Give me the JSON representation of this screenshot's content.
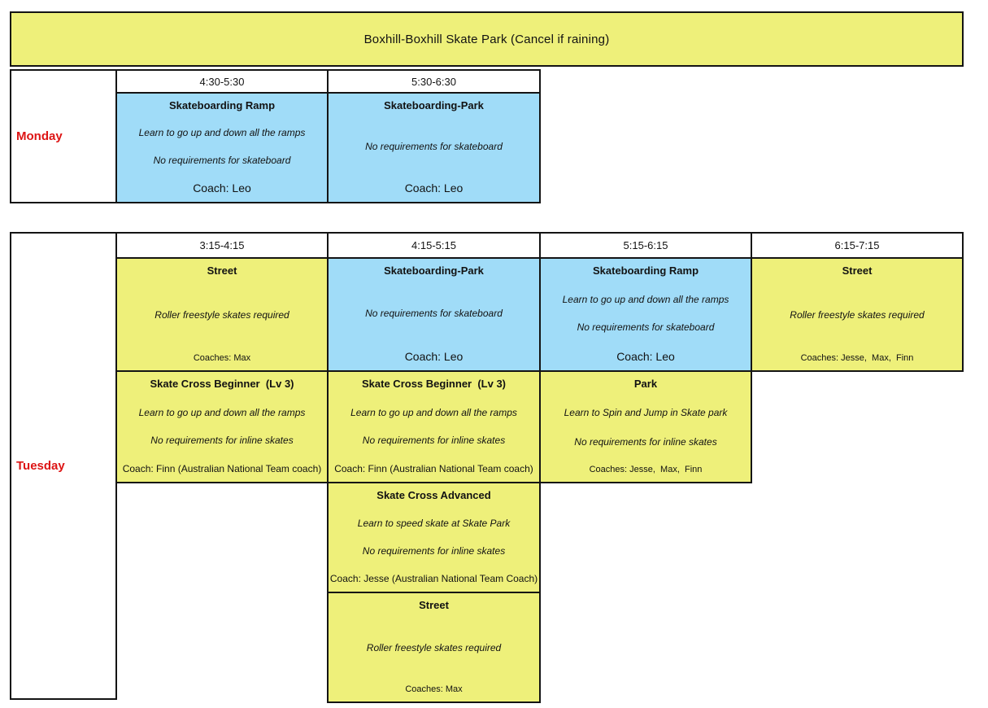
{
  "title": "Boxhill-Boxhill Skate Park (Cancel if raining)",
  "colors": {
    "banner_yellow": "#eef07a",
    "class_yellow": "#eef07a",
    "class_blue": "#a0dcf8",
    "day_red": "#dd1414",
    "border_black": "#141414"
  },
  "monday": {
    "label": "Monday",
    "times": [
      "4:30-5:30",
      "5:30-6:30"
    ],
    "cells": [
      {
        "title": "Skateboarding Ramp",
        "descs": [
          "Learn to go up and down all the ramps",
          "No requirements for skateboard"
        ],
        "coach": "Coach: Leo"
      },
      {
        "title": "Skateboarding-Park",
        "descs": [
          "No requirements for skateboard"
        ],
        "coach": "Coach: Leo"
      }
    ]
  },
  "tuesday": {
    "label": "Tuesday",
    "times": [
      "3:15-4:15",
      "4:15-5:15",
      "5:15-6:15",
      "6:15-7:15"
    ],
    "row1": [
      {
        "title": "Street",
        "descs": [
          "Roller freestyle skates required"
        ],
        "coach": "Coaches: Max"
      },
      {
        "title": "Skateboarding-Park",
        "descs": [
          "No requirements for skateboard"
        ],
        "coach": "Coach: Leo"
      },
      {
        "title": "Skateboarding Ramp",
        "descs": [
          "Learn to go up and down all the ramps",
          "No requirements for skateboard"
        ],
        "coach": "Coach: Leo"
      },
      {
        "title": "Street",
        "descs": [
          "Roller freestyle skates required"
        ],
        "coach": "Coaches: Jesse,  Max,  Finn"
      }
    ],
    "row2": [
      {
        "title": "Skate Cross Beginner  (Lv 3)",
        "descs": [
          "Learn to go up and down all the ramps",
          "No requirements for inline skates"
        ],
        "coach": "Coach: Finn (Australian National Team coach)"
      },
      {
        "title": "Skate Cross Beginner  (Lv 3)",
        "descs": [
          "Learn to go up and down all the ramps",
          "No requirements for inline skates"
        ],
        "coach": "Coach: Finn (Australian National Team coach)"
      },
      {
        "title": "Park",
        "descs": [
          "Learn to Spin and Jump in Skate park",
          "No requirements for inline skates"
        ],
        "coach": "Coaches: Jesse,  Max,  Finn"
      }
    ],
    "row3": [
      {
        "title": "Skate Cross Advanced",
        "descs": [
          "Learn to speed skate at Skate Park",
          "No requirements for inline skates"
        ],
        "coach": "Coach: Jesse (Australian National Team Coach)"
      }
    ],
    "row4": [
      {
        "title": "Street",
        "descs": [
          "Roller freestyle skates required"
        ],
        "coach": "Coaches: Max"
      }
    ]
  }
}
